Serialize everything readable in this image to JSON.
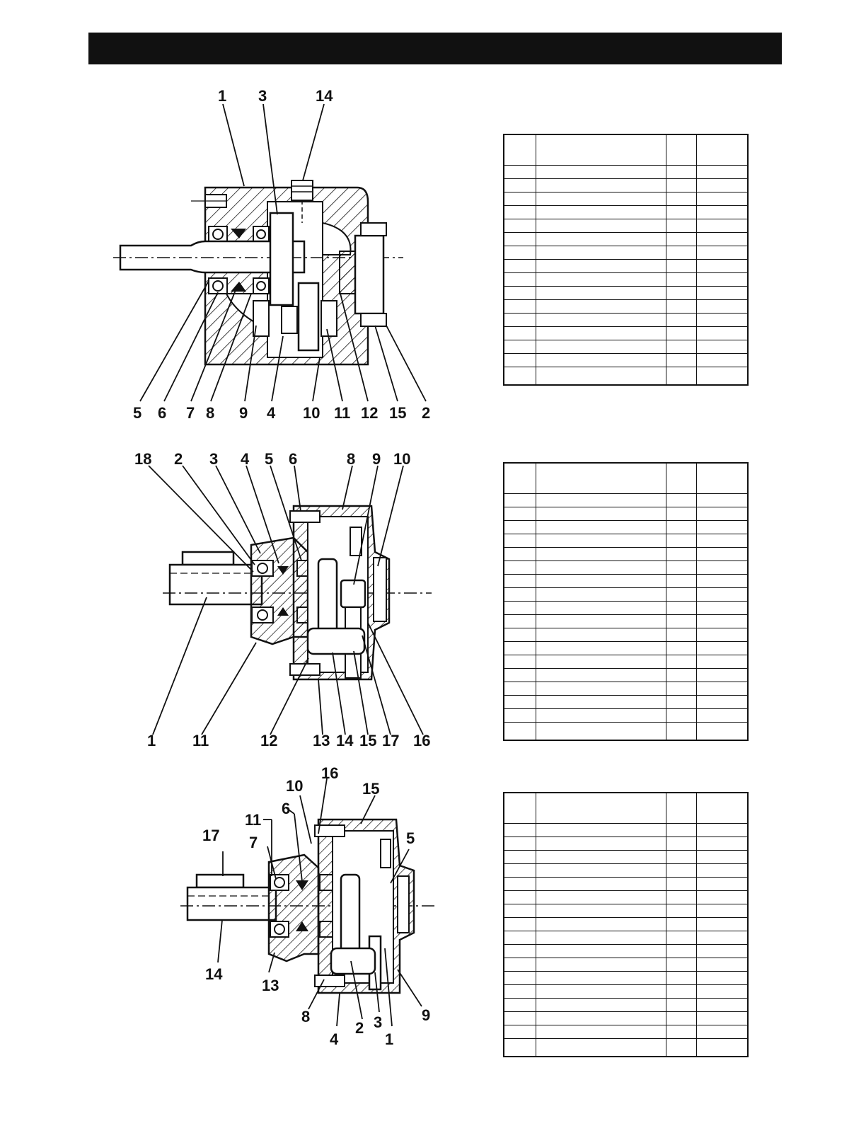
{
  "colors": {
    "ink": "#111111",
    "paper": "#ffffff"
  },
  "drawings": [
    {
      "callouts_top": [
        "1",
        "3",
        "14"
      ],
      "callouts_bottom": [
        "5",
        "6",
        "7",
        "8",
        "9",
        "4",
        "10",
        "11",
        "12",
        "15",
        "2"
      ]
    },
    {
      "callouts_top": [
        "18",
        "2",
        "3",
        "4",
        "5",
        "6",
        "8",
        "9",
        "10"
      ],
      "callouts_bottom": [
        "1",
        "11",
        "12",
        "13",
        "14",
        "15",
        "17",
        "16"
      ]
    },
    {
      "callouts_top": [
        "10",
        "16",
        "15",
        "11",
        "6",
        "17",
        "7",
        "5"
      ],
      "callouts_bottom": [
        "14",
        "13",
        "8",
        "4",
        "2",
        "3",
        "1",
        "9"
      ]
    }
  ],
  "tables": [
    {
      "row_count": 16
    },
    {
      "row_count": 18
    },
    {
      "row_count": 17
    }
  ]
}
